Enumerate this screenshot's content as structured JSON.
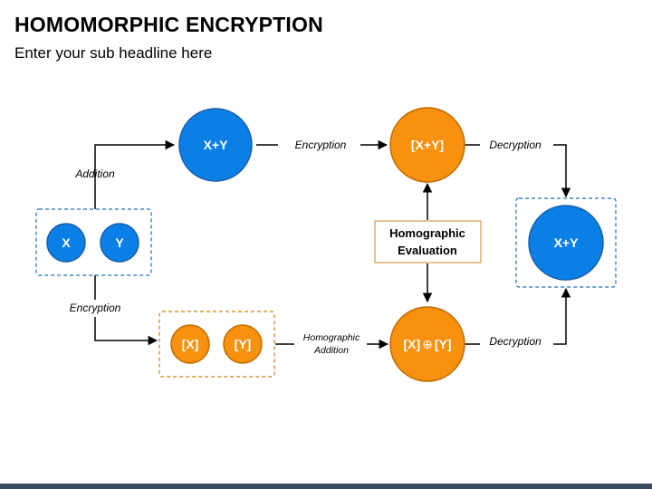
{
  "title": "HOMOMORPHIC ENCRYPTION",
  "subtitle": "Enter your sub headline here",
  "colors": {
    "blue": "#0a7fe6",
    "blue_border": "#1a5fa8",
    "orange": "#f7910f",
    "orange_border": "#c06c00",
    "eval_box_border": "#d59b4a"
  },
  "nodes": {
    "plain_x": "X",
    "plain_y": "Y",
    "plain_sum": "X+Y",
    "enc_x": "[X]",
    "enc_y": "[Y]",
    "enc_sum": "[X+Y]",
    "enc_x_part": "[X]",
    "oplus": "⊕",
    "enc_y_part": "[Y]",
    "result_sum": "X+Y"
  },
  "edges": {
    "addition": "Addition",
    "encryption_top": "Encryption",
    "decryption_top": "Decryption",
    "encryption_left": "Encryption",
    "homographic_addition_line1": "Homographic",
    "homographic_addition_line2": "Addition",
    "decryption_bottom": "Decryption"
  },
  "eval_box": {
    "line1": "Homographic",
    "line2": "Evaluation"
  }
}
